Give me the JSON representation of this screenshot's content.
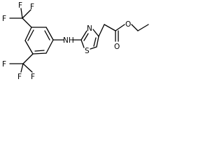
{
  "molecule": {
    "atoms": {
      "f_top_left": "F",
      "f_top_mid": "F",
      "f_top_right": "F",
      "f_bot_left": "F",
      "f_bot_mid": "F",
      "f_bot_right": "F",
      "nh_amine": "NH",
      "n_thiazole": "N",
      "s_thiazole": "S",
      "o_carbonyl": "O",
      "o_ester": "O"
    }
  }
}
